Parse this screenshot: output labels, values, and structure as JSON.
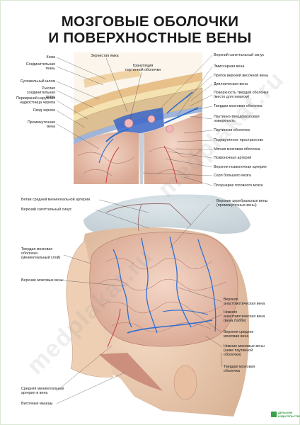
{
  "title": {
    "line1": "МОЗГОВЫЕ ОБОЛОЧКИ",
    "line2": "И ПОВЕРХНОСТНЫЕ ВЕНЫ"
  },
  "top_labels": {
    "kozha": "Кожа",
    "soed": "Соединительная\nткань",
    "suhozh": "Сухожильный шлем",
    "ryhlaya": "Рыхлая соединительная\nткань",
    "perikraniy": "Перикраний наружная\nнадкостница черепа",
    "svod": "Свод черепа",
    "promezh": "Промежуточная\nвена",
    "zernistaya": "Зернистая ямка",
    "granulyaciya": "Грануляция\nпаутинной оболочки",
    "verh_sagit": "Верхний сагиттальный синус",
    "emissarnaya": "Эмиссарная вена",
    "pritok": "Приток верхней височной вены",
    "diploicheskaya": "Диплоическая вена",
    "poverh_tverdoi": "Поверхность твердой оболочки\n(место для гематом)",
    "tverdaya": "Твердая мозговая оболочка",
    "pautinno_tverd": "Паутинно-твердомозговая\nповерхность",
    "pautinnaya": "Паутинная оболочка",
    "podpautinnoe": "Подпаутинное пространство",
    "myagkaya": "Мягкая мозговая оболочка",
    "pozvonochnaya": "Позвоночная артерия",
    "verh_pozv": "Верхняя позвоночная артерия",
    "serp": "Серп большого мозга",
    "polushariye": "Полушарие головного мозга"
  },
  "bottom_labels": {
    "vetvi": "Ветви средней менингеальной артерии",
    "verh_sagit2": "Верхний сагиттальный синус",
    "tverdaya2": "Твердая мозговая\nоболочка\n(менингеальный слой)",
    "verh_mozg_veny": "Верхние мозговые вены",
    "verh_cerebr": "Верхние церебральные вены\n(промежуточные вены)",
    "verh_anast": "Верхняя\nанастомотическая вена",
    "nizh_anast": "Нижняя\nанастомотическая вена\n(вена Лаббе)",
    "verh_sredn": "Верхняя средняя\nмозговая вена",
    "nizh_mozg": "Нижние мозговые вены\n(ниже паутинной\nоболочки)",
    "tverdaya3": "Твердая мозговая\nоболочка",
    "srednyaya_men": "Средняя менингеальная\nартерия и вена",
    "visochnye": "Височные мышцы"
  },
  "watermark": "medplakat.ru",
  "logo_text": "ДЕЛЬФИН\nИЗДАТЕЛЬСТВО",
  "colors": {
    "vein": "#2f6fd0",
    "dura": "#c9a56b",
    "bone": "#d8b98a",
    "brain": "#e9c7b8",
    "skin": "#f0cdb0"
  }
}
